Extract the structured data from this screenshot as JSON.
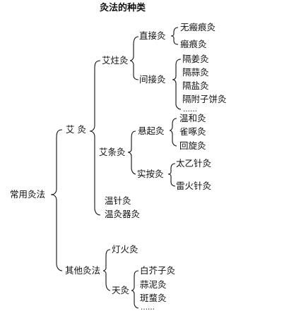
{
  "title": "灸法的种类",
  "root": "常用灸法",
  "level1": {
    "ai": "艾 灸",
    "other": "其他灸法"
  },
  "ai_branches": {
    "aizhu": "艾炷灸",
    "aitiao": "艾条灸",
    "wenzhen": "温针灸",
    "wenjiuqi": "温灸器灸"
  },
  "aizhu_branches": {
    "zhijie": "直接灸",
    "jianjie": "间接灸"
  },
  "zhijie_items": [
    "无瘢痕灸",
    "瘢痕灸"
  ],
  "jianjie_items": [
    "隔姜灸",
    "隔蒜灸",
    "隔盐灸",
    "隔附子饼灸",
    "……"
  ],
  "aitiao_branches": {
    "xuanqi": "悬起灸",
    "shian": "实按灸"
  },
  "xuanqi_items": [
    "温和灸",
    "雀啄灸",
    "回旋灸"
  ],
  "shian_items": [
    "太乙针灸",
    "雷火针灸"
  ],
  "other_branches": {
    "denghuo": "灯火灸",
    "tian": "天灸"
  },
  "tian_items": [
    "白芥子灸",
    "蒜泥灸",
    "斑蝥灸",
    "……"
  ]
}
